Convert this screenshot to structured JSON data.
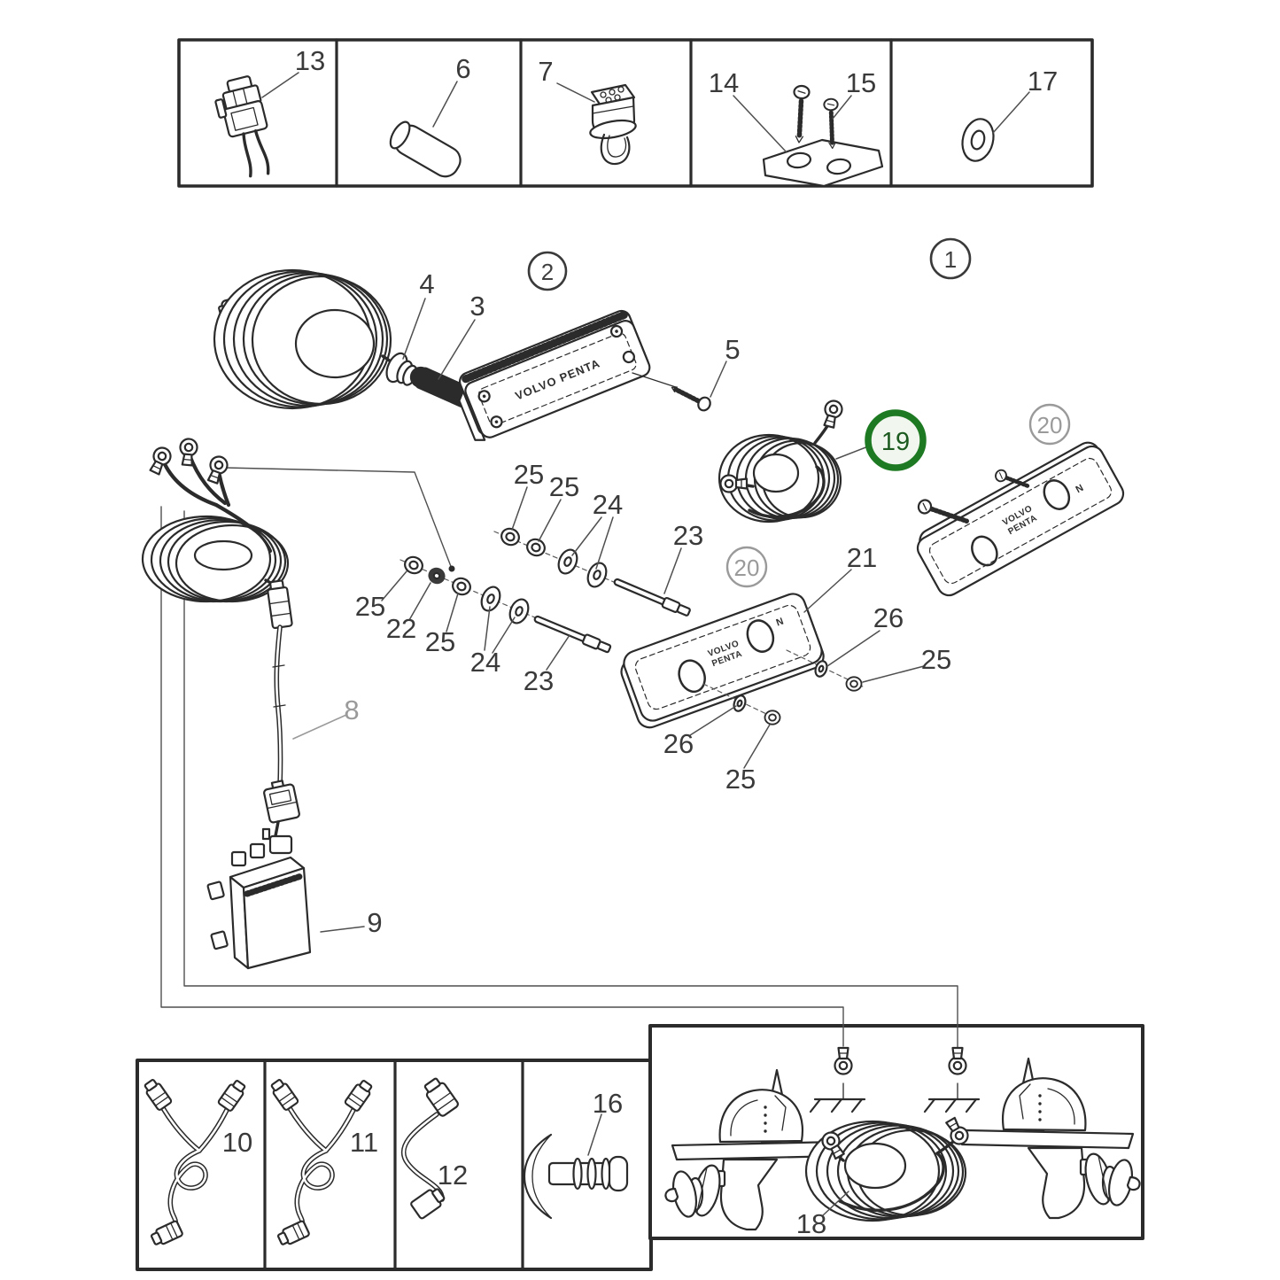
{
  "diagram": {
    "type": "exploded-parts-diagram",
    "brand": {
      "full": "VOLVO PENTA",
      "line1": "VOLVO",
      "line2": "PENTA"
    },
    "neutral_marker": "N",
    "highlighted_part": "19",
    "colors": {
      "ink": "#2b2b2b",
      "muted": "#9a9a9a",
      "highlight_ring": "#1e7a22",
      "highlight_fill": "#f1f7ee",
      "highlight_text": "#1c5a20"
    },
    "callouts": {
      "1": "1",
      "2": "2",
      "3": "3",
      "4": "4",
      "5": "5",
      "6": "6",
      "7": "7",
      "8": "8",
      "9": "9",
      "10": "10",
      "11": "11",
      "12": "12",
      "13": "13",
      "14": "14",
      "15": "15",
      "16": "16",
      "17": "17",
      "18": "18",
      "19": "19",
      "20": "20",
      "21": "21",
      "22": "22",
      "23": "23",
      "24": "24",
      "25": "25",
      "26": "26"
    }
  }
}
